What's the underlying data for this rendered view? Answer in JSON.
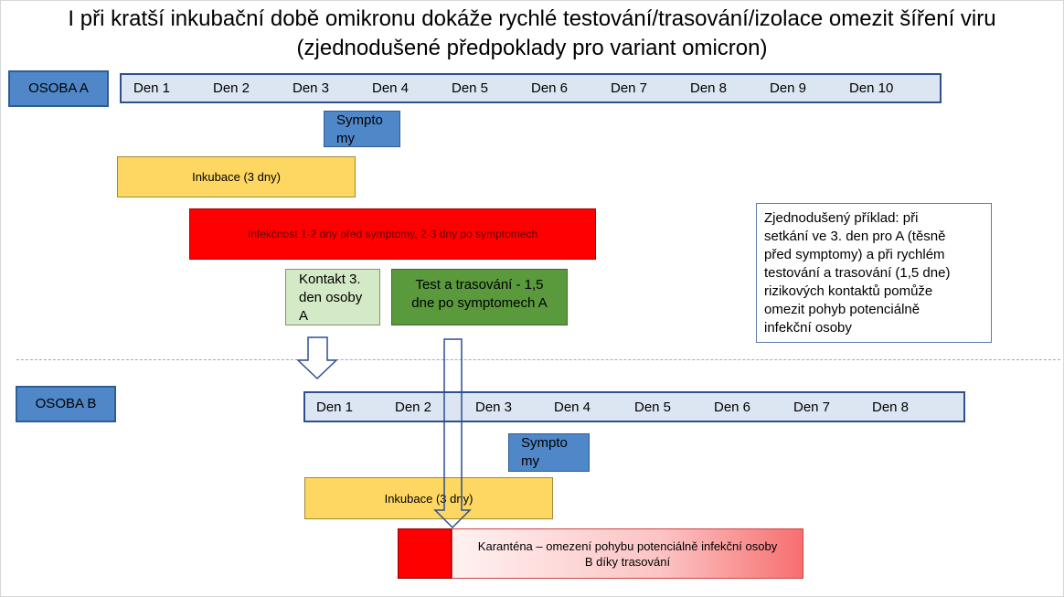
{
  "title": {
    "line1": "I při kratší inkubační době omikronu dokáže rychlé testování/trasování/izolace omezit šíření viru",
    "line2": "(zjednodušené předpoklady pro variant omicron)"
  },
  "person_a": {
    "label": "OSOBA A",
    "days": [
      "Den 1",
      "Den 2",
      "Den 3",
      "Den 4",
      "Den 5",
      "Den 6",
      "Den 7",
      "Den 8",
      "Den 9",
      "Den 10"
    ],
    "symptoms": {
      "line1": "Sympto",
      "line2": "my"
    },
    "incubation": "Inkubace (3 dny)",
    "infectiousness": "Infekčnost 1-2 dny před symptomy, 2-3 dny po symptomech",
    "contact": {
      "line1": "Kontakt 3.",
      "line2": "den osoby",
      "line3": "A"
    },
    "test": {
      "line1": "Test a trasování - 1,5",
      "line2": "dne po symptomech A"
    }
  },
  "note": {
    "lines": [
      "Zjednodušený příklad: při",
      "setkání ve 3. den pro A (těsně",
      "před symptomy) a při rychlém",
      "testování a trasování (1,5 dne)",
      "rizikových kontaktů pomůže",
      "omezit pohyb potenciálně",
      "infekční osoby"
    ]
  },
  "person_b": {
    "label": "OSOBA B",
    "days": [
      "Den 1",
      "Den 2",
      "Den 3",
      "Den 4",
      "Den 5",
      "Den 6",
      "Den 7",
      "Den 8"
    ],
    "symptoms": {
      "line1": "Sympto",
      "line2": "my"
    },
    "incubation": "Inkubace (3 dny)",
    "quarantine": {
      "line1": "Karanténa – omezení pohybu potenciálně infekční osoby",
      "line2": "B díky trasování"
    }
  },
  "colors": {
    "person_blue": "#4f87c9",
    "day_bar": "#dce6f2",
    "incubation_yellow": "#fdd761",
    "infectious_red": "#fe0000",
    "contact_green": "#d4e9c5",
    "test_green": "#5a9a3d"
  }
}
